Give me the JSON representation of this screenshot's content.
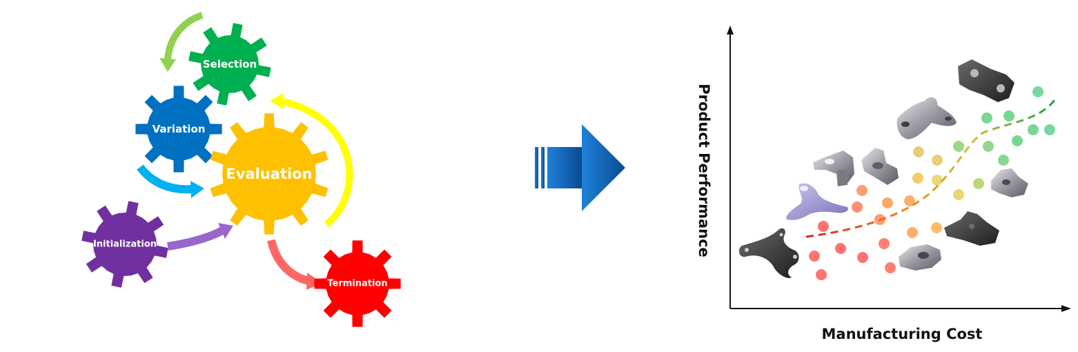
{
  "cycle": {
    "gears": [
      {
        "id": "selection",
        "label": "Selection",
        "color": "#00b050"
      },
      {
        "id": "variation",
        "label": "Variation",
        "color": "#0070c0"
      },
      {
        "id": "evaluation",
        "label": "Evaluation",
        "color": "#ffc000"
      },
      {
        "id": "initialization",
        "label": "Initialization",
        "color": "#7030a0"
      },
      {
        "id": "termination",
        "label": "Termination",
        "color": "#ff0000"
      }
    ],
    "arrows": [
      {
        "from": "selection",
        "to": "variation",
        "color": "#92d050"
      },
      {
        "from": "variation",
        "to": "evaluation",
        "color": "#00b0f0"
      },
      {
        "from": "evaluation",
        "to": "selection",
        "color": "#ffff00"
      },
      {
        "from": "initialization",
        "to": "evaluation",
        "color": "#9966cc"
      },
      {
        "from": "evaluation",
        "to": "termination",
        "color": "#ff6666"
      }
    ]
  },
  "transition_arrow": {
    "color": "#0a5aa8"
  },
  "tradeoff_plot": {
    "xlabel": "Manufacturing Cost",
    "ylabel": "Product Performance",
    "part_icons": [
      "bracket-part-icon",
      "clamp-part-icon",
      "lever-part-icon",
      "mount-part-icon",
      "arm-part-icon",
      "frame-part-icon",
      "hinge-part-icon",
      "plate-part-icon",
      "block-part-icon",
      "base-part-icon"
    ],
    "front_gradient": [
      "#e02020",
      "#f08020",
      "#d0c030",
      "#20a040"
    ]
  }
}
